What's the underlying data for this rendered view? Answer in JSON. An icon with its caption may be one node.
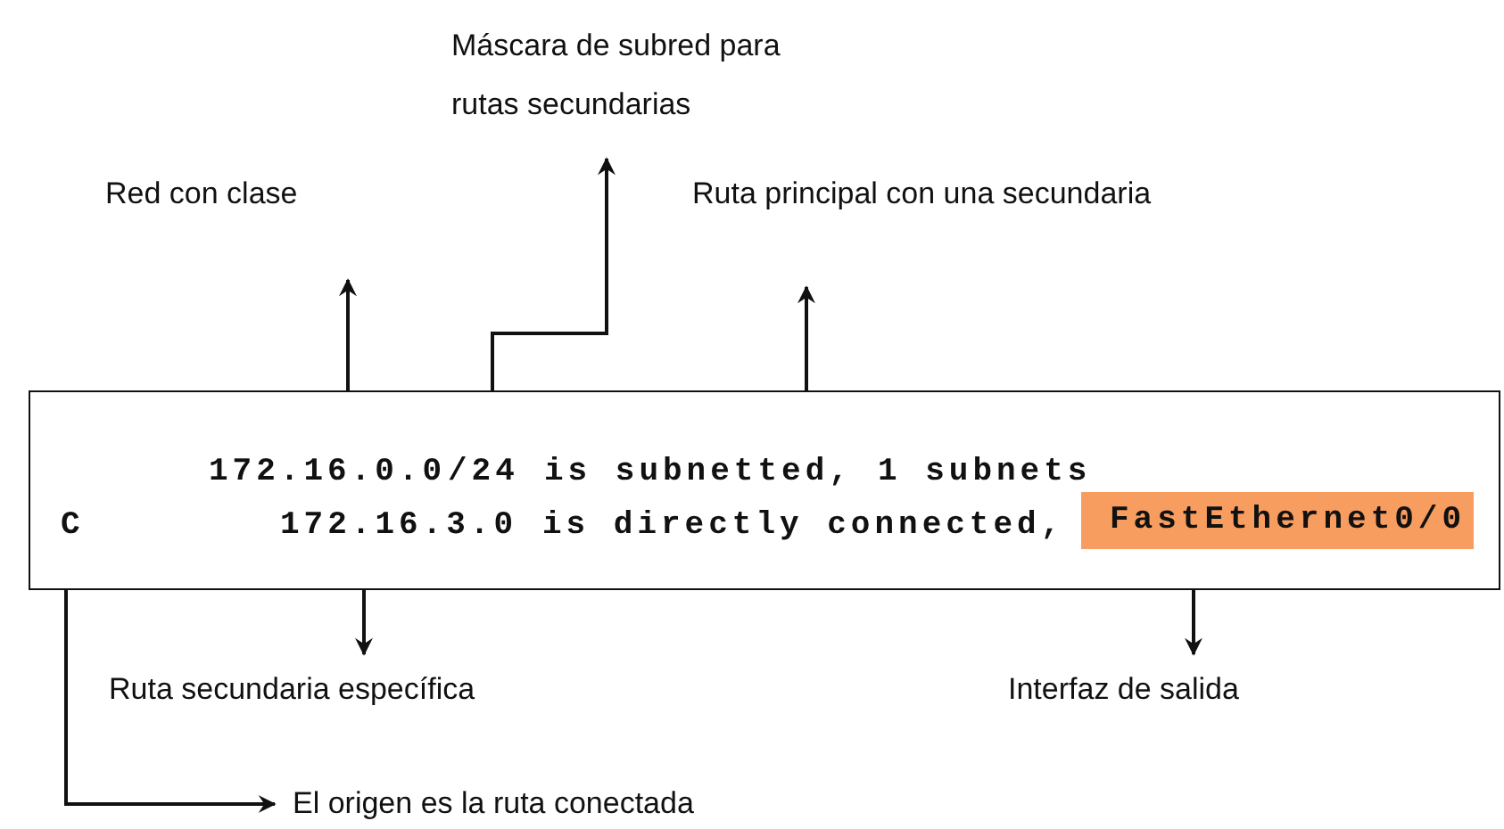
{
  "diagram": {
    "nodes": [
      {
        "text": [],
        "shape": "box"
      },
      {
        "text": [
          "172.16.0.0"
        ],
        "in": 0
      },
      {
        "text": [
          "/24"
        ],
        "in": 0
      },
      {
        "text": [
          "is subnetted,"
        ],
        "in": 0
      },
      {
        "text": [
          "C"
        ],
        "in": 0
      },
      {
        "text": [
          "172.16.3.0"
        ],
        "in": 0
      },
      {
        "text": [
          "FastEthernet0/0"
        ],
        "in": 0
      },
      {
        "text": [
          "Red con clase"
        ]
      },
      {
        "text": [
          "Máscara de subred para rutas secundarias"
        ]
      },
      {
        "text": [
          "Ruta principal con una secundaria"
        ]
      },
      {
        "text": [
          "Ruta secundaria específica"
        ]
      },
      {
        "text": [
          "Interfaz de salida"
        ]
      },
      {
        "text": [
          "El origen es la ruta conectada"
        ]
      }
    ],
    "edges": [
      {
        "from": 1,
        "to": 7,
        "arrow": "to"
      },
      {
        "from": 2,
        "to": 8,
        "arrow": "to"
      },
      {
        "from": 3,
        "to": 9,
        "arrow": "to"
      },
      {
        "from": 5,
        "to": 10,
        "arrow": "to"
      },
      {
        "from": 6,
        "to": 11,
        "arrow": "to"
      },
      {
        "from": 4,
        "to": 12,
        "arrow": "to"
      }
    ],
    "labels": [
      "1 subnets",
      "is directly connected,"
    ]
  }
}
